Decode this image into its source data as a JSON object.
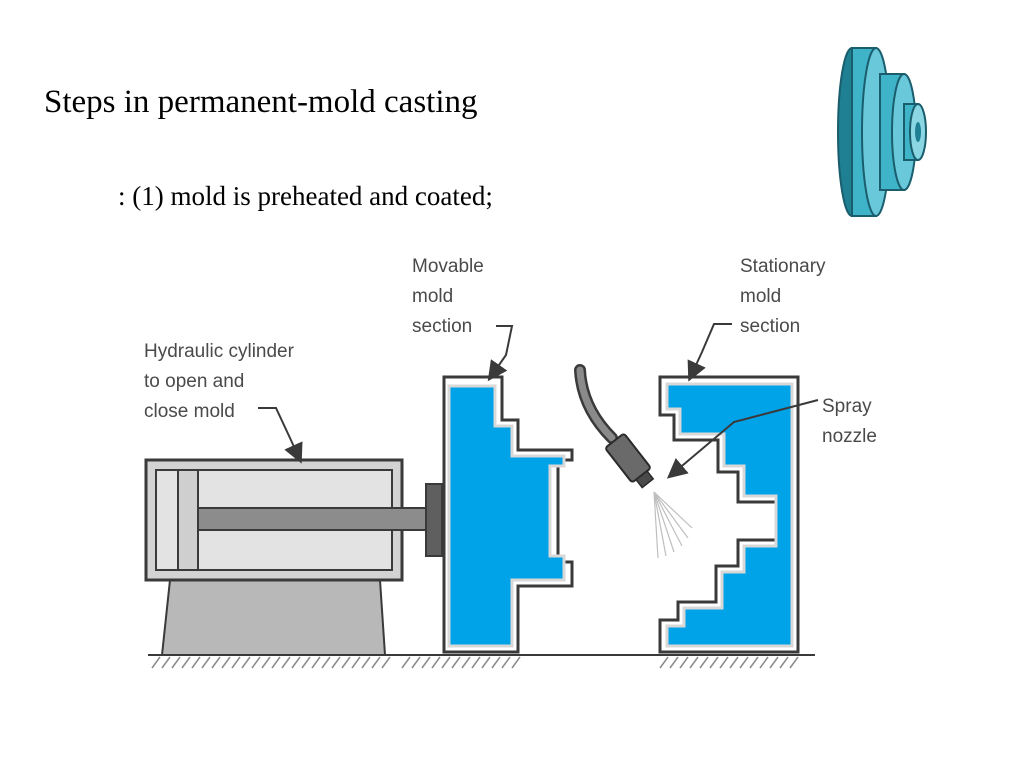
{
  "slide": {
    "title": "Steps in permanent-mold casting",
    "subtitle": ": (1) mold is preheated and coated;"
  },
  "diagram": {
    "labels": {
      "movable": [
        "Movable",
        "mold",
        "section"
      ],
      "stationary": [
        "Stationary",
        "mold",
        "section"
      ],
      "hydraulic": [
        "Hydraulic cylinder",
        "to open and",
        "close mold"
      ],
      "spray": [
        "Spray",
        "nozzle"
      ]
    }
  },
  "colors": {
    "mold_fill": "#00a2e8",
    "coating": "#d8d8d8",
    "outline": "#3a3a3a",
    "pulley": "#3fb3c8"
  }
}
